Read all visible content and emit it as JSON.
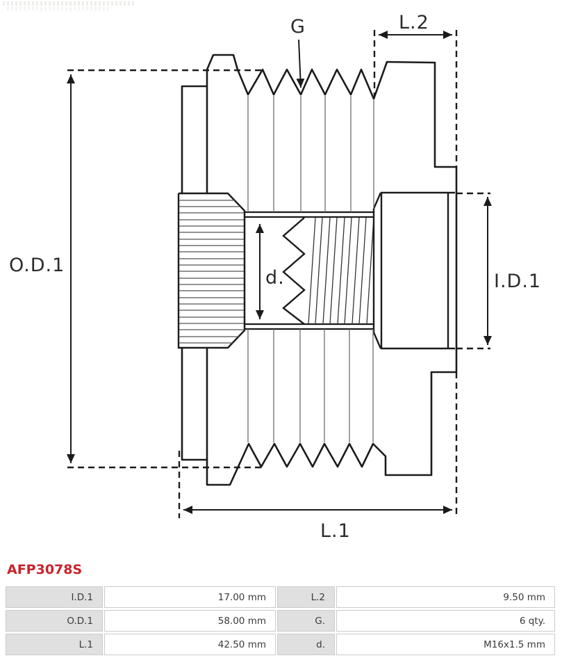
{
  "part_number": "AFP3078S",
  "colors": {
    "accent_red": "#C8232C",
    "line": "#1b1b1b",
    "table_label_bg": "#e0e0e0",
    "table_border": "#cbcbcb"
  },
  "diagram": {
    "labels": {
      "outer_diameter": "O.D.1",
      "inner_diameter": "I.D.1",
      "length1": "L.1",
      "length2": "L.2",
      "grooves": "G",
      "thread": "d."
    }
  },
  "table": {
    "rows": [
      {
        "label1": "I.D.1",
        "value1": "17.00 mm",
        "label2": "L.2",
        "value2": "9.50 mm"
      },
      {
        "label1": "O.D.1",
        "value1": "58.00 mm",
        "label2": "G.",
        "value2": "6 qty."
      },
      {
        "label1": "L.1",
        "value1": "42.50 mm",
        "label2": "d.",
        "value2": "M16x1.5 mm"
      }
    ]
  }
}
